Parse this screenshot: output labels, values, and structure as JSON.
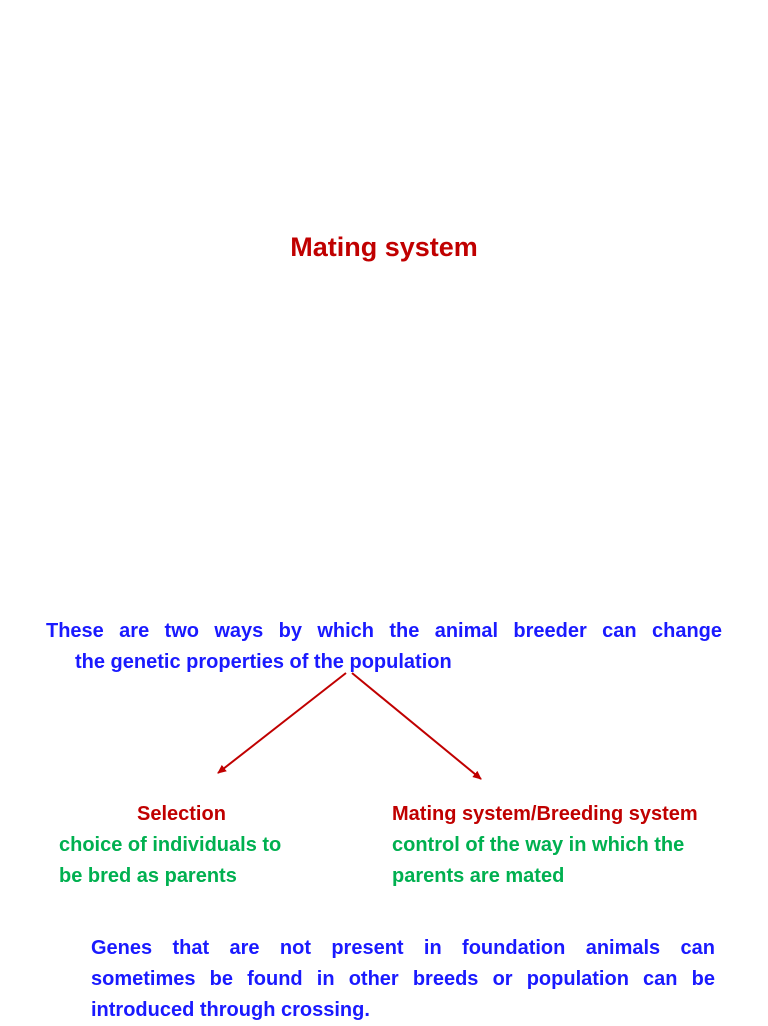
{
  "title": "Mating system",
  "intro": {
    "line1": "These are two ways by which the animal breeder can change",
    "line2": "the genetic properties of the population"
  },
  "left": {
    "heading": "Selection",
    "description": "choice of individuals to\nbe bred as parents"
  },
  "right": {
    "heading": "Mating system/Breeding system",
    "description": "control of the way in which the\nparents are mated"
  },
  "genes": {
    "line1": "Genes that are not present in foundation animals can",
    "line2": "sometimes be found in other breeds or population can be",
    "line3": "introduced through crossing."
  },
  "colors": {
    "heading": "#c00000",
    "body": "#1a1aff",
    "description": "#00b050",
    "arrow": "#c00000"
  }
}
